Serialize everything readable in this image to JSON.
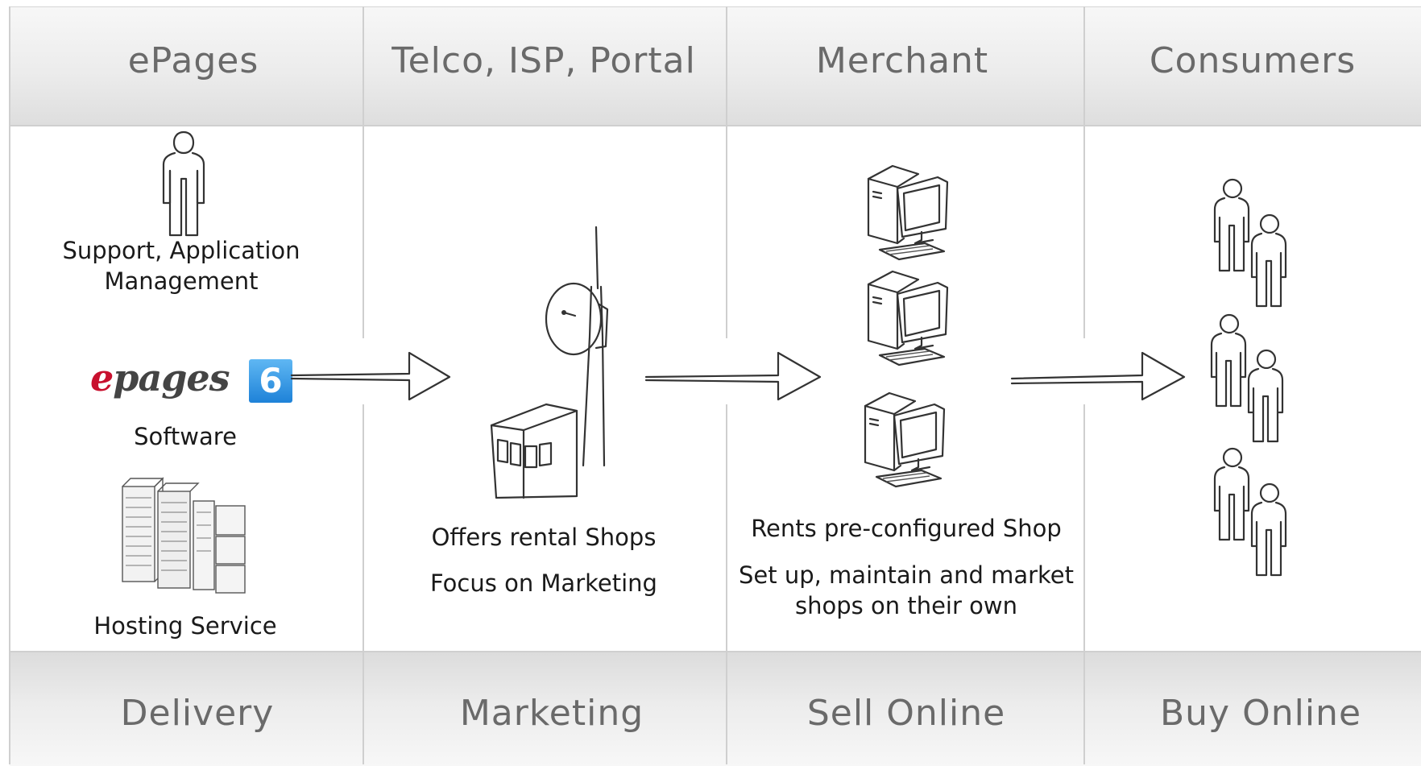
{
  "columns": [
    {
      "title": "ePages",
      "footer": "Delivery"
    },
    {
      "title": "Telco, ISP, Portal",
      "footer": "Marketing"
    },
    {
      "title": "Merchant",
      "footer": "Sell Online"
    },
    {
      "title": "Consumers",
      "footer": "Buy Online"
    }
  ],
  "epages": {
    "support_line1": "Support, Application",
    "support_line2": "Management",
    "logo_e": "e",
    "logo_rest": "pages",
    "logo_version": "6",
    "software": "Software",
    "hosting": "Hosting Service"
  },
  "telco": {
    "line1": "Offers rental Shops",
    "line2": "Focus on Marketing"
  },
  "merchant": {
    "line1": "Rents pre-configured Shop",
    "line2": "Set up, maintain and market",
    "line3": "shops on their own"
  }
}
